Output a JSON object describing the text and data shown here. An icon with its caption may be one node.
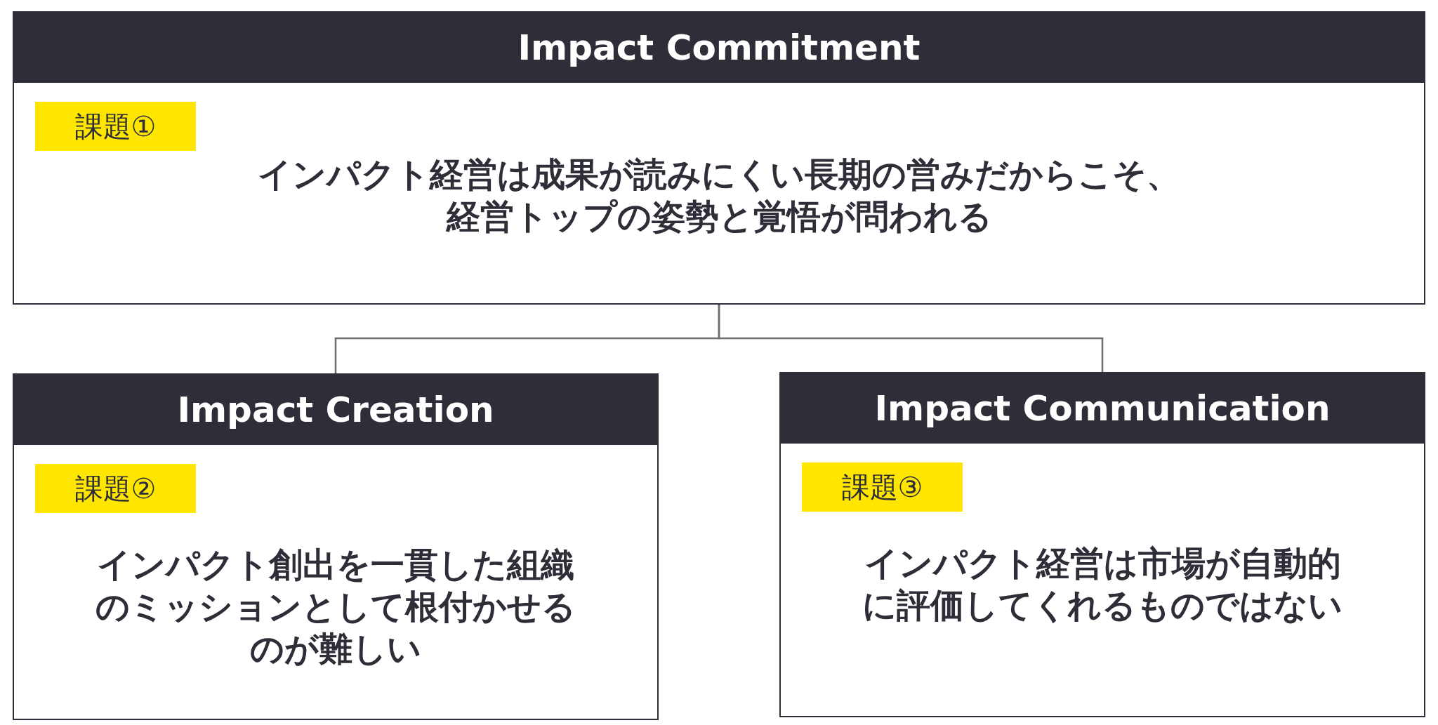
{
  "diagram": {
    "nodes": [
      {
        "text": [
          "Impact Commitment",
          "インパクト経営は成果が読みにくい長期の営みだからこそ、経営トップの姿勢と覚悟が問われる"
        ]
      },
      {
        "text": [
          "課題①"
        ],
        "in": 0
      },
      {
        "text": [
          "Impact Creation",
          "インパクト創出を一貫した組織のミッションとして根付かせるのが難しい"
        ]
      },
      {
        "text": [
          "課題②"
        ],
        "in": 2
      },
      {
        "text": [
          "Impact Communication",
          "インパクト経営は市場が自動的に評価してくれるものではない"
        ]
      },
      {
        "text": [
          "課題③"
        ],
        "in": 4
      }
    ],
    "edges": [
      {
        "from": 0,
        "to": 2,
        "arrow": "none"
      },
      {
        "from": 0,
        "to": 4,
        "arrow": "none"
      }
    ]
  }
}
